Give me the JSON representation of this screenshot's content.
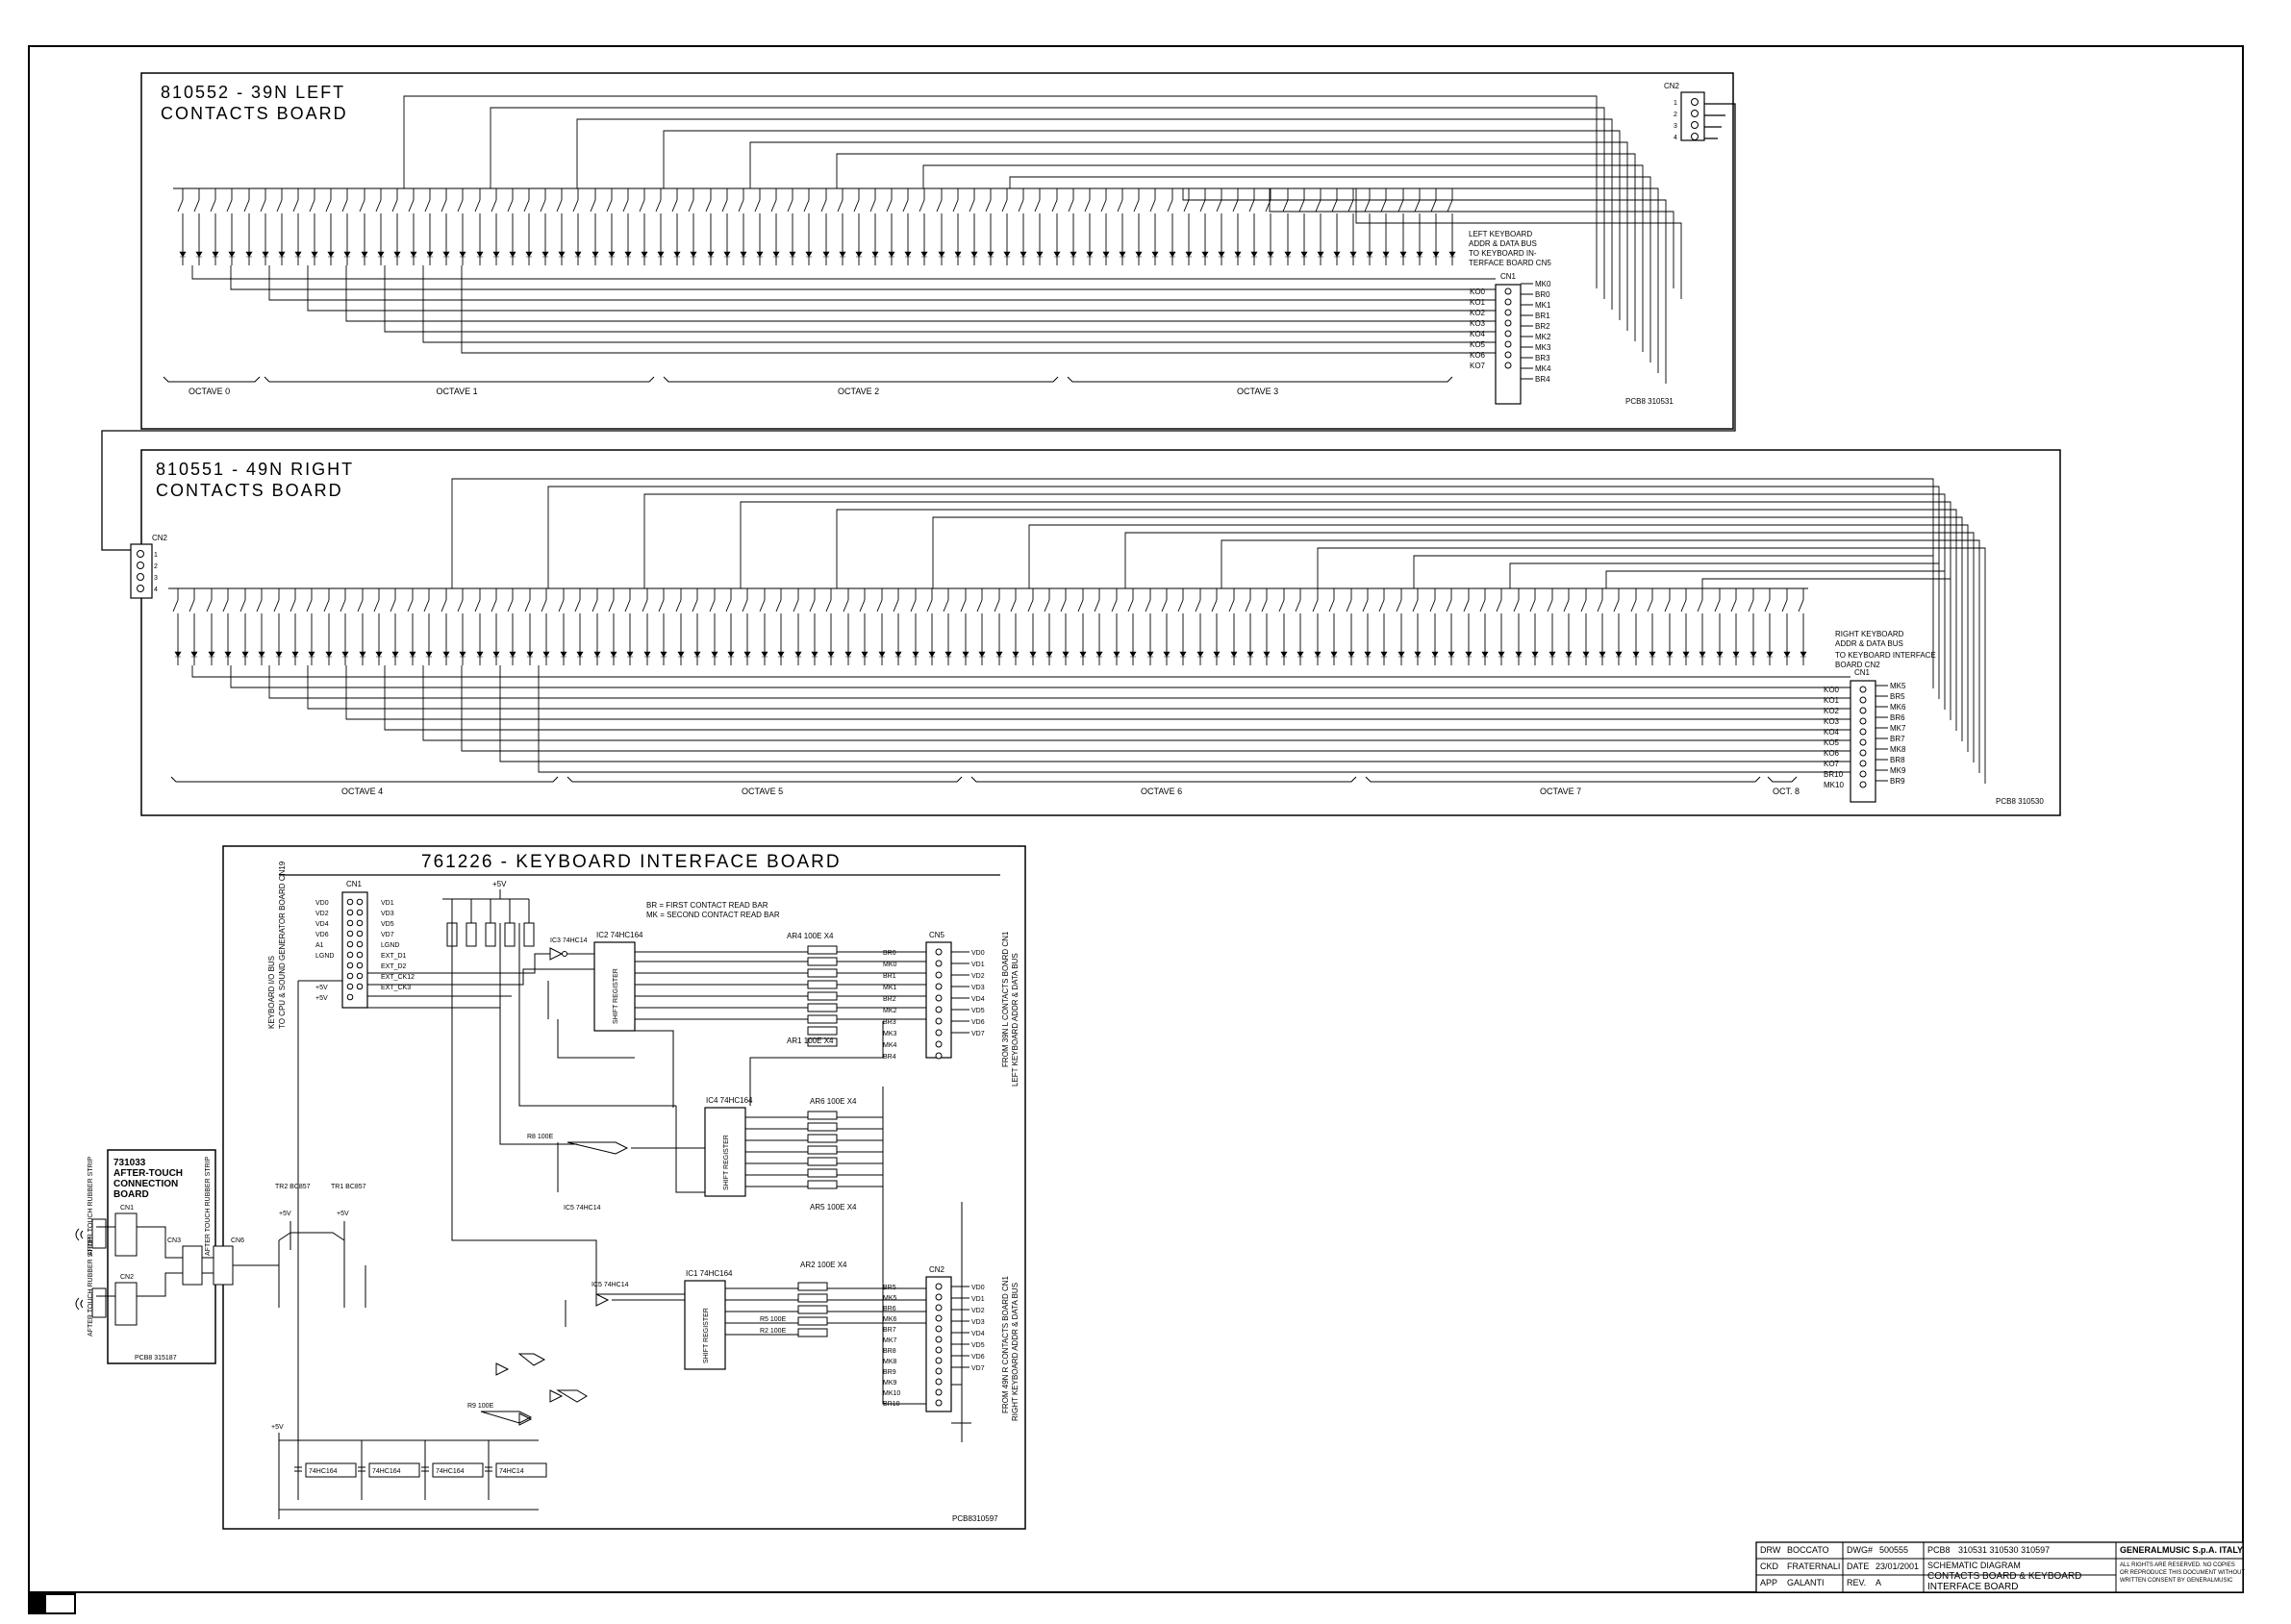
{
  "sheet": {
    "colors": {
      "line": "#000000",
      "paper": "#ffffff"
    }
  },
  "left_board": {
    "title_line1": "810552 - 39N LEFT",
    "title_line2": "CONTACTS BOARD",
    "connector_cn2": "CN2",
    "cn2_pins": [
      "1",
      "2",
      "3",
      "4"
    ],
    "note_line1": "LEFT KEYBOARD",
    "note_line2": "ADDR & DATA BUS",
    "note_line3": "TO KEYBOARD IN-",
    "note_line4": "TERFACE BOARD CN5",
    "connector_cn1": "CN1",
    "left_signals": [
      "KO0",
      "KO1",
      "KO2",
      "KO3",
      "KO4",
      "KO5",
      "KO6",
      "KO7"
    ],
    "right_signals": [
      "MK0",
      "BR0",
      "MK1",
      "BR1",
      "BR2",
      "MK2",
      "MK3",
      "BR3",
      "MK4",
      "BR4"
    ],
    "octaves": [
      "OCTAVE 0",
      "OCTAVE 1",
      "OCTAVE 2",
      "OCTAVE 3"
    ],
    "pcb": "PCB8 310531"
  },
  "right_board": {
    "title_line1": "810551 - 49N RIGHT",
    "title_line2": "CONTACTS BOARD",
    "connector_cn2": "CN2",
    "cn2_pins": [
      "1",
      "2",
      "3",
      "4"
    ],
    "note_line1": "RIGHT KEYBOARD",
    "note_line2": "ADDR & DATA BUS",
    "note_line3": "TO KEYBOARD INTERFACE",
    "note_line4": "BOARD CN2",
    "connector_cn1": "CN1",
    "left_signals": [
      "KO0",
      "KO1",
      "KO2",
      "KO3",
      "KO4",
      "KO5",
      "KO6",
      "KO7",
      "BR10",
      "MK10"
    ],
    "right_signals": [
      "MK5",
      "BR5",
      "MK6",
      "BR6",
      "MK7",
      "BR7",
      "MK8",
      "BR8",
      "MK9",
      "BR9"
    ],
    "octaves": [
      "OCTAVE 4",
      "OCTAVE 5",
      "OCTAVE 6",
      "OCTAVE 7",
      "OCT. 8"
    ],
    "pcb": "PCB8 310530"
  },
  "interface_board": {
    "title": "761226 - KEYBOARD INTERFACE BOARD",
    "cn1": "CN1",
    "cn1_left": [
      "VD0",
      "VD2",
      "VD4",
      "VD6",
      "A1",
      "LGND",
      "",
      "",
      "+5V",
      "+5V"
    ],
    "cn1_right": [
      "VD1",
      "VD3",
      "VD5",
      "VD7",
      "LGND",
      "EXT_D1",
      "EXT_D2",
      "EXT_CK12",
      "EXT_CK3"
    ],
    "side_label_left": "KEYBOARD I/O BUS",
    "side_label_left2": "TO CPU & SOUND GENERATOR BOARD CN19",
    "legend_line1": "BR = FIRST CONTACT READ BAR",
    "legend_line2": "MK = SECOND CONTACT READ BAR",
    "ic2": "IC2 74HC164",
    "ic4": "IC4 74HC164",
    "ic1": "IC1 74HC164",
    "ic3": "IC3 74HC14",
    "ic5": "IC5 74HC14",
    "shift_register": "SHIFT REGISTER",
    "ar4": "AR4 100E X4",
    "ar1": "AR1 100E X4",
    "ar6": "AR6 100E X4",
    "ar5": "AR5 100E X4",
    "ar2": "AR2 100E X4",
    "cn5": "CN5",
    "cn2": "CN2",
    "cn5_side": "FROM 39N L CONTACTS BOARD CN1",
    "cn5_side2": "LEFT KEYBOARD ADDR & DATA BUS",
    "cn2_side": "FROM 49N R CONTACTS BOARD CN1",
    "cn2_side2": "RIGHT KEYBOARD ADDR & DATA BUS",
    "vd_labels": [
      "VD0",
      "VD1",
      "VD2",
      "VD3",
      "VD4",
      "VD5",
      "VD6",
      "VD7"
    ],
    "vd_labels2": [
      "VD0",
      "VD1",
      "VD2",
      "VD3",
      "VD4",
      "VD5",
      "VD6",
      "VD7"
    ],
    "cn5_signals": [
      "BR0",
      "MK0",
      "BR1",
      "MK1",
      "BR2",
      "MK2",
      "BR3",
      "MK3",
      "MK4",
      "BR4"
    ],
    "cn2_signals": [
      "BR5",
      "MK5",
      "BR6",
      "MK6",
      "BR7",
      "MK7",
      "BR8",
      "MK8",
      "BR9",
      "MK9",
      "MK10",
      "BR10"
    ],
    "supply": "+5V",
    "r_labels": [
      "R8 100E",
      "R9 100E",
      "R5 100E",
      "R2 100E"
    ],
    "ic_bottom": [
      "IC2 74HC164",
      "IC4 74HC164",
      "IC1 74HC164",
      "IC3 74HC14"
    ],
    "pcb": "PCB8310597"
  },
  "aftertouch_board": {
    "title_line1": "731033",
    "title_line2": "AFTER-TOUCH",
    "title_line3": "CONNECTION",
    "title_line4": "BOARD",
    "strip_label": "AFTER TOUCH RUBBER STRIP",
    "cn1": "CN1",
    "cn2": "CN2",
    "cn3": "CN3",
    "cn6": "CN6",
    "tr2": "TR2 BC857",
    "tr1": "TR1 BC857",
    "supply": "+5V",
    "pcb": "PCB8 315187"
  },
  "title_block": {
    "drw_label": "DRW",
    "drw_name": "BOCCATO",
    "ckd_label": "CKD",
    "ckd_name": "FRATERNALI",
    "app_label": "APP",
    "app_name": "GALANTI",
    "dwg_label": "DWG#",
    "dwg_no": "500555",
    "date_label": "DATE",
    "date": "23/01/2001",
    "rev_label": "REV.",
    "rev": "A",
    "pcb_label": "PCB8",
    "pcb_nos": "310531    310530    310597",
    "kind": "SCHEMATIC DIAGRAM",
    "desc_line1": "CONTACTS BOARD & KEYBOARD",
    "desc_line2": "INTERFACE BOARD",
    "company": "GENERALMUSIC S.p.A. ITALY",
    "rights_line1": "ALL RIGHTS ARE RESERVED. NO COPIES",
    "rights_line2": "OR REPRODUCE THIS DOCUMENT WITHOUT",
    "rights_line3": "WRITTEN CONSENT  BY GENERALMUSIC"
  }
}
